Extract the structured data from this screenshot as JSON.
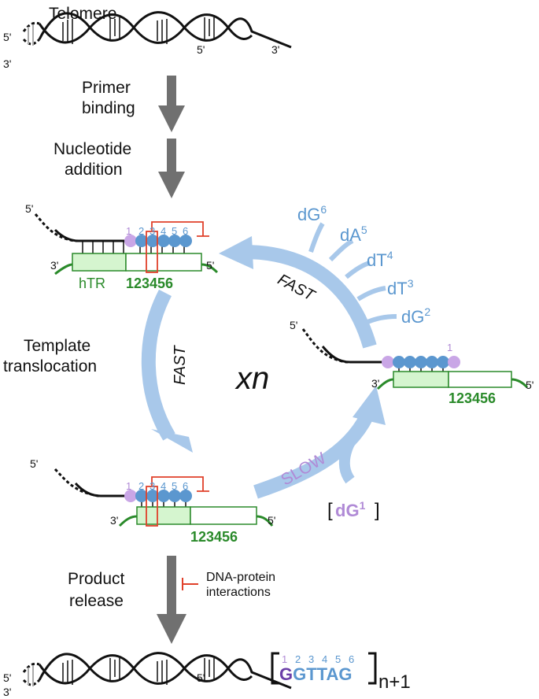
{
  "labels": {
    "telomere": "Telomere",
    "primer_binding_1": "Primer",
    "primer_binding_2": "binding",
    "nucleotide_addition_1": "Nucleotide",
    "nucleotide_addition_2": "addition",
    "template_translocation_1": "Template",
    "template_translocation_2": "translocation",
    "product_release_1": "Product",
    "product_release_2": "release",
    "dna_protein_1": "DNA-protein",
    "dna_protein_2": "interactions",
    "htr": "hTR",
    "template_seq": "123456",
    "fast": "FAST",
    "slow": "SLOW",
    "cycle": "xn",
    "n_plus_one": "n+1"
  },
  "ends": {
    "five": "5'",
    "three": "3'"
  },
  "positions": [
    "1",
    "2",
    "3",
    "4",
    "5",
    "6"
  ],
  "nucleotides": {
    "dG6": {
      "base": "dG",
      "sup": "6"
    },
    "dA5": {
      "base": "dA",
      "sup": "5"
    },
    "dT4": {
      "base": "dT",
      "sup": "4"
    },
    "dT3": {
      "base": "dT",
      "sup": "3"
    },
    "dG2": {
      "base": "dG",
      "sup": "2"
    },
    "dG1": {
      "base": "dG",
      "sup": "1"
    }
  },
  "product": {
    "first_base": "G",
    "rest": "GTTAG"
  },
  "colors": {
    "green": "#2a8a2a",
    "light_green": "#d5f5cf",
    "blue": "#5b97cf",
    "purple": "#b08ad6",
    "dark_purple": "#6b3fa8",
    "red": "#e0402a",
    "arrow_gray": "#707070",
    "arrow_blue": "#a8c8ea"
  }
}
